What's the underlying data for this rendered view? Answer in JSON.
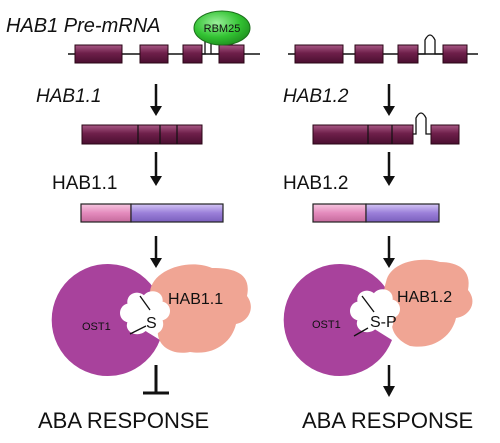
{
  "gene_title": "HAB1 Pre-mRNA",
  "splicing_factor": "RBM25",
  "left": {
    "transcript": "HAB1.1",
    "protein": "HAB1.1",
    "kinase": "OST1",
    "bond": "S",
    "phosphatase": "HAB1.1",
    "outcome": "ABA RESPONSE",
    "outcome_effect": "inhibits"
  },
  "right": {
    "transcript": "HAB1.2",
    "protein": "HAB1.2",
    "kinase": "OST1",
    "bond": "S-P",
    "phosphatase": "HAB1.2",
    "outcome": "ABA RESPONSE",
    "outcome_effect": "promotes"
  },
  "colors": {
    "exon": "#6e1f4a",
    "protein_pink": "#e48bbd",
    "protein_purple": "#9b7fd9",
    "kinase": "#a8429c",
    "phosphatase": "#f0a594",
    "rbm25": "#32c232"
  }
}
